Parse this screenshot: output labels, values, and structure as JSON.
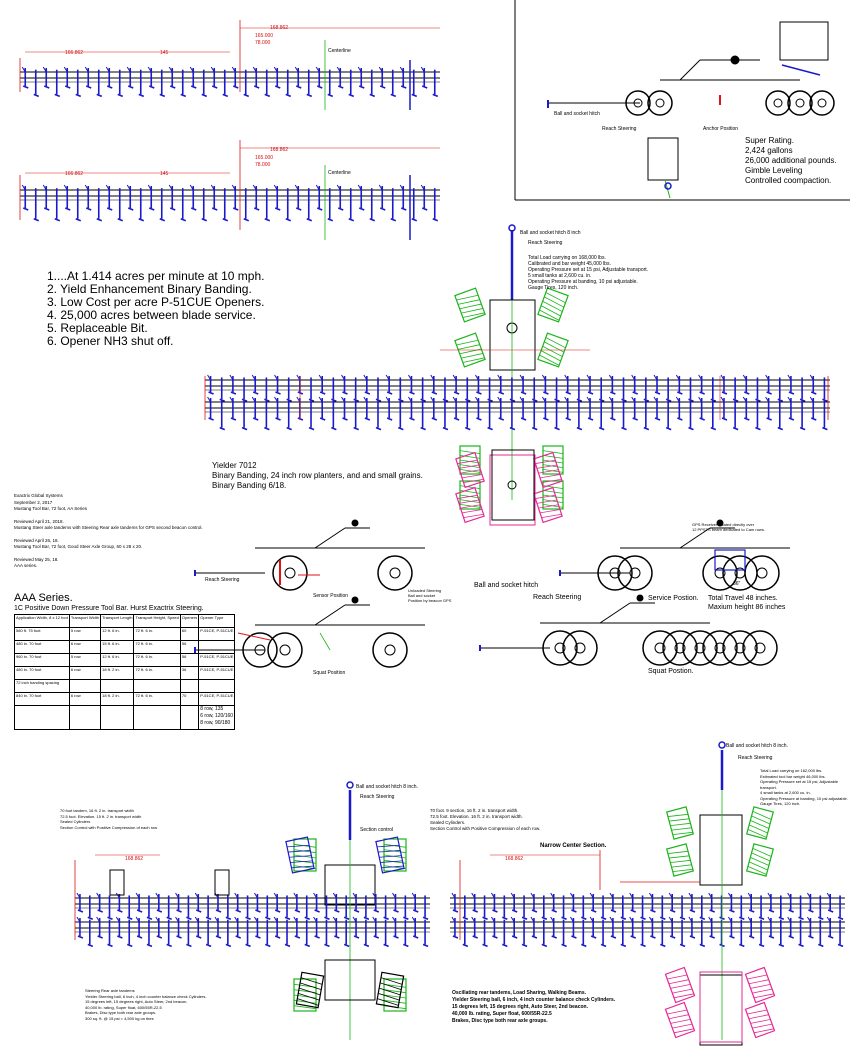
{
  "colors": {
    "blue": "#1a1acc",
    "red": "#e01414",
    "green": "#19b419",
    "magenta": "#e62896",
    "black": "#000000"
  },
  "top_box": {
    "super_rating": [
      "Super Rating.",
      "2,424 gallons",
      "26,000 additional pounds.",
      "Gimble Leveling",
      "Controlled coompaction."
    ],
    "labels": {
      "ball_socket": "Ball and socket hitch",
      "reach": "Reach Steering",
      "anchor": "Anchor Position"
    }
  },
  "bar_labels": {
    "centerline": "Centerline",
    "dims_top": [
      "168.862",
      "165.000",
      "78.000",
      "166.862",
      "145"
    ],
    "dims_second": [
      "168.862",
      "165.000",
      "78.000",
      "166.862",
      "145"
    ]
  },
  "features": [
    "1....At 1.414 acres per minute at 10 mph.",
    "2. Yield Enhancement Binary Banding.",
    "3. Low Cost per acre P-51CUE Openers.",
    "4. 25,000 acres between blade service.",
    "5. Replaceable Bit.",
    "6. Opener NH3 shut off."
  ],
  "center_plan": {
    "ball": "Ball and socket hitch 8 inch",
    "reach": "Reach Steering",
    "notes": [
      "Total Load carrying on 168,000 lbs.",
      "Calibrated and bar weight 45,000 lbs.",
      "Operating Pressure set at 15 psi, Adjustable transport.",
      "5 small tanks at 2,600 cu. in.",
      "Operating Pressure at banding, 10 psi adjustable.",
      "Gauge Tires, 120 inch."
    ]
  },
  "yielder": [
    "Yielder 7012",
    "Binary Banding, 24 inch row planters, and and small grains.",
    "Binary Banding 6/18."
  ],
  "left_notes": [
    "Exactrix Global Systems",
    "September 2, 2017",
    "Mustang Tool Bar, 72 foot, AA Series",
    "",
    "Reviewed April 21, 2018.",
    "Mustang Steer axle tandems with Steering Rear axle tandems for GPS second beacon control.",
    "",
    "Reviewed April 26, 18.",
    "Mustang Tool Bar, 72 foot, Good Steer Axle Group, 60 x 28 x 20.",
    "",
    "Reviewed May 25, 18.",
    "AAA series."
  ],
  "side_labels": {
    "reach1": "Reach Steering",
    "sensor": "Sensor Position",
    "unloaded": [
      "Unloaded Steering",
      "Ball and socket",
      "Position by beacon GPS"
    ],
    "gps": [
      "GPS Receiver located directly over",
      "12 PPSTS beam dedicated to Cam rows."
    ],
    "ball2": "Ball and socket hitch",
    "reach2": "Reach Steering",
    "service": "Service Postion.",
    "travel": "Total Travel 48 inches.",
    "height": "Maxium height 86 inches",
    "squat": "Squat Position",
    "squat2": "Squat Postion.",
    "dim": "36\""
  },
  "aaa": {
    "title": "AAA Series.",
    "subtitle": "1C Positive Down Pressure Tool Bar. Hurst Exactrix Steering.",
    "headers": [
      "Application Width, 8 x 12 foot",
      "Transport Width",
      "Transport Length",
      "Transport Height, Speed",
      "Openers",
      "Opener Type"
    ],
    "rows": [
      [
        "580 ft. 75 foot",
        "5 row",
        "12 ft. 6 in.",
        "72 ft. 6 in.",
        "60",
        "P-51CE, P-51CUE"
      ],
      [
        "480 in. 70 foot",
        "6 row",
        "15 ft. 6 in.",
        "72 ft. 6 in.",
        "56",
        ""
      ],
      [
        "960 in. 70 foot",
        "5 row",
        "12 ft. 6 in.",
        "72 ft. 6 in.",
        "56",
        "P-51CE, P-51CUE"
      ],
      [
        "480 in. 70 foot",
        "6 row",
        "18 ft. 2 in.",
        "72 ft. 6 in.",
        "36",
        "P-51CE, P-51CUE"
      ],
      [
        "72 inch banding spacing",
        "",
        "",
        "",
        "",
        ""
      ],
      [
        "840 in. 70 foot",
        "6 row",
        "18 ft. 2 in.",
        "72 ft. 6 in.",
        "70",
        "P-51CE, P-51CUE"
      ]
    ],
    "rowcounts": [
      "8 row, 135",
      "6 row, 120/160",
      "8 row, 90/180"
    ]
  },
  "bottom_left": {
    "notes": [
      "70 foot tandem, 16 ft. 2 in. transport width",
      "72.5 foot. Elevation. 15 ft. 2 in. transport width",
      "Sealed Cylinders",
      "Section Control with Positive Compression of each row"
    ],
    "ball": "Ball and socket hitch 8 inch.",
    "reach": "Reach Steering",
    "section": "Section control",
    "dim": "168.862",
    "footnotes": [
      "Steering Rear axle tandems",
      "Yielder Steering ball, 6 inch, 4 inch counter balance check Cylinders.",
      "15 degrees left, 15 degrees right, Auto Steer, 2nd beacon.",
      "40,000 lb. rating, Super float, 600/55R-22.5",
      "Brakes, Disc type both rear axle groups.",
      "300 sq. ft. @ 15 psi = 4,500 kg on tires"
    ]
  },
  "bottom_mid": {
    "notes": [
      "70 foot. 9 section, 16 ft. 2 in. transport width.",
      "72.5 foot. Elevation. 16 ft. 2 in. transport width.",
      "Sealed Cylinders.",
      "Section Control with Positive Compression of each row."
    ],
    "narrow": "Narrow Center Section.",
    "dim": "168.862"
  },
  "bottom_right": {
    "ball": "Ball and socket hitch 8 inch.",
    "reach": "Reach Steering",
    "notes": [
      "Total Load carrying on 162,000 lbs.",
      "Estimated tool bar weight 46,000 lbs.",
      "Operating Pressure set at 15 psi, Adjustable transport.",
      "4 small tanks at 2,600 cu. in.",
      "Operating Pressure at banding, 10 psi adjustable.",
      "Gauge Tires, 120 inch."
    ],
    "footer": [
      "Oscillating rear tandems, Load Sharing, Walking Beams.",
      "Yielder Steering ball, 6 inch, 4 inch counter balance check Cylinders.",
      "15 degrees left, 15 degrees right, Auto Steer, 2nd beacon.",
      "40,000 lb. rating, Super float, 600/55R-22.5",
      "Brakes, Disc type both rear axle groups."
    ]
  }
}
